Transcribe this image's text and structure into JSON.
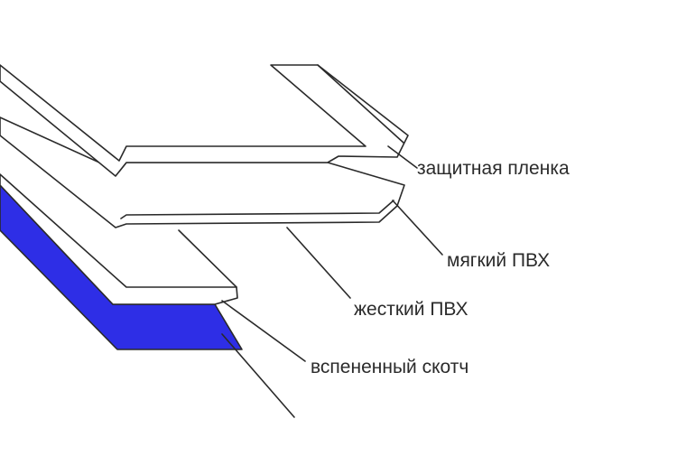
{
  "diagram": {
    "layers": [
      {
        "id": "protective-film",
        "label": "защитная пленка"
      },
      {
        "id": "soft-pvc",
        "label": "мягкий ПВХ"
      },
      {
        "id": "rigid-pvc",
        "label": "жесткий ПВХ"
      },
      {
        "id": "foam-tape",
        "label": "вспененный скотч"
      }
    ],
    "colors": {
      "line": "#2a2a2a",
      "foam_tape": "#2e2ee6",
      "background": "#ffffff"
    }
  }
}
